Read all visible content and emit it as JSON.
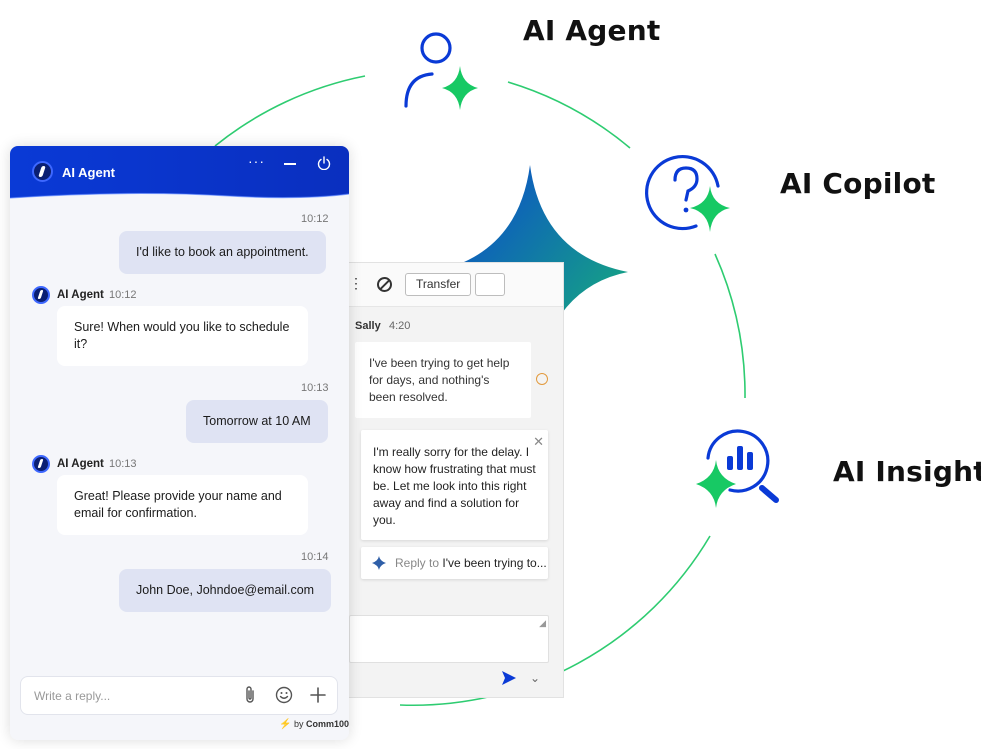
{
  "features": {
    "agent": "AI Agent",
    "copilot": "AI Copilot",
    "insights": "AI Insights"
  },
  "colors": {
    "accent_blue": "#0a3ad6",
    "accent_green": "#17c964",
    "ring_green": "#2ecc71"
  },
  "console": {
    "transfer_label": "Transfer",
    "customer_name": "Sally",
    "customer_time": "4:20",
    "customer_message": "I've been trying to get help for days, and nothing's been resolved.",
    "suggestion": "I'm really sorry for the delay. I know how frustrating that must be. Let me look into this right away and find a solution for you.",
    "reply_prefix": "Reply to",
    "reply_quote": "I've been trying to..."
  },
  "widget": {
    "title": "AI Agent",
    "messages": [
      {
        "role": "user",
        "time": "10:12",
        "text": "I'd like to book an appointment."
      },
      {
        "role": "bot",
        "name": "AI Agent",
        "time": "10:12",
        "text": "Sure! When would you like to schedule it?"
      },
      {
        "role": "user",
        "time": "10:13",
        "text": "Tomorrow at 10 AM"
      },
      {
        "role": "bot",
        "name": "AI Agent",
        "time": "10:13",
        "text": "Great! Please provide your name and email for confirmation."
      },
      {
        "role": "user",
        "time": "10:14",
        "text": "John Doe, Johndoe@email.com"
      }
    ],
    "input_placeholder": "Write a reply...",
    "branding_prefix": "by",
    "branding_name": "Comm100"
  },
  "icons": [
    "user-spark-icon",
    "question-spark-icon",
    "insights-magnifier-icon",
    "large-sparkle-icon",
    "paperclip-icon",
    "smile-icon",
    "plus-icon",
    "send-icon",
    "power-icon"
  ]
}
